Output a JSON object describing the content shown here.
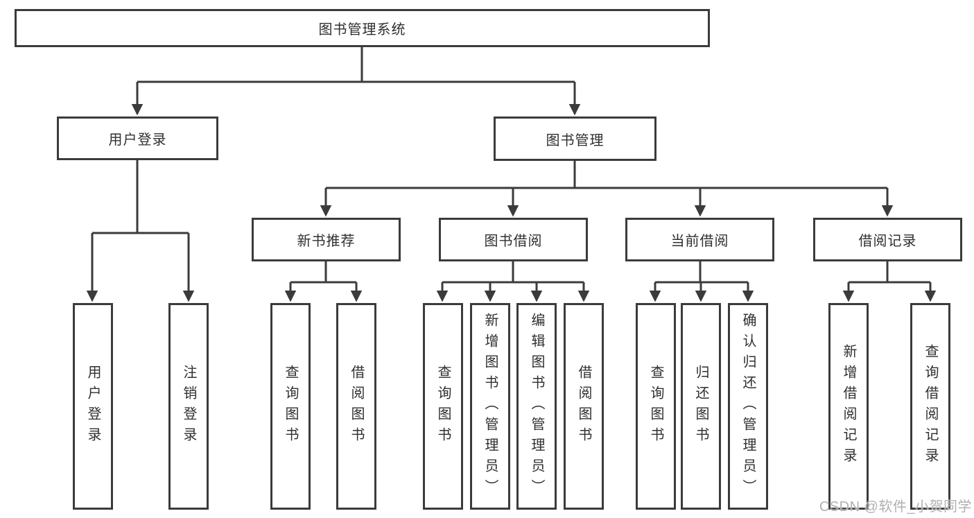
{
  "tree": {
    "root": {
      "label": "图书管理系统",
      "children": [
        {
          "label": "用户登录",
          "children": [
            {
              "label": "用户登录"
            },
            {
              "label": "注销登录"
            }
          ]
        },
        {
          "label": "图书管理",
          "children": [
            {
              "label": "新书推荐",
              "children": [
                {
                  "label": "查询图书"
                },
                {
                  "label": "借阅图书"
                }
              ]
            },
            {
              "label": "图书借阅",
              "children": [
                {
                  "label": "查询图书"
                },
                {
                  "label": "新增图书（管理员）"
                },
                {
                  "label": "编辑图书（管理员）"
                },
                {
                  "label": "借阅图书"
                }
              ]
            },
            {
              "label": "当前借阅",
              "children": [
                {
                  "label": "查询图书"
                },
                {
                  "label": "归还图书"
                },
                {
                  "label": "确认归还（管理员）"
                }
              ]
            },
            {
              "label": "借阅记录",
              "children": [
                {
                  "label": "新增借阅记录"
                },
                {
                  "label": "查询借阅记录"
                }
              ]
            }
          ]
        }
      ]
    }
  },
  "watermark": {
    "text": "CSDN @软件_小贺同学"
  },
  "colors": {
    "line": "#3b3b3b",
    "box_border": "#3b3b3b",
    "text": "#2f2f2f",
    "watermark_text": "#b0b0b0",
    "background": "#ffffff"
  }
}
